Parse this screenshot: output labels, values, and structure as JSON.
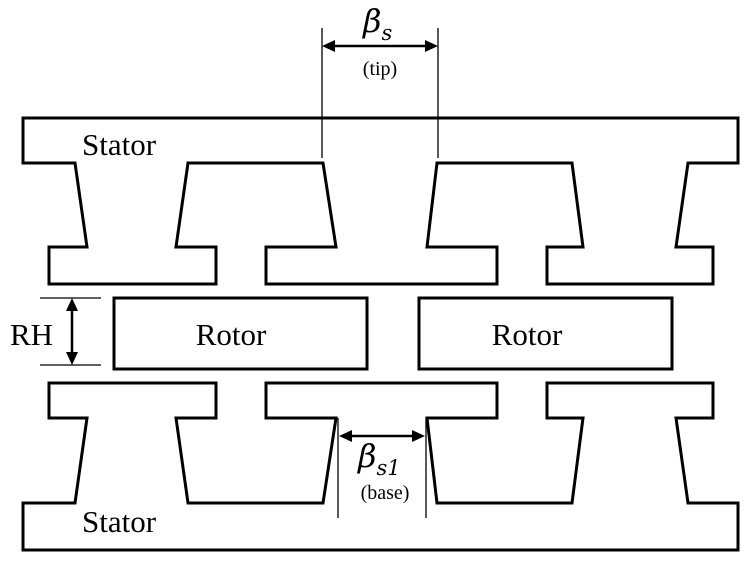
{
  "stator_top": {
    "label": "Stator"
  },
  "stator_bottom": {
    "label": "Stator"
  },
  "rotors": [
    {
      "label": "Rotor"
    },
    {
      "label": "Rotor"
    }
  ],
  "rotor_height": {
    "label": "RH"
  },
  "tooth_tip_width": {
    "symbol": "β",
    "subscript": "s",
    "note": "(tip)"
  },
  "tooth_base_width": {
    "symbol": "β",
    "subscript": "s1",
    "note": "(base)"
  }
}
